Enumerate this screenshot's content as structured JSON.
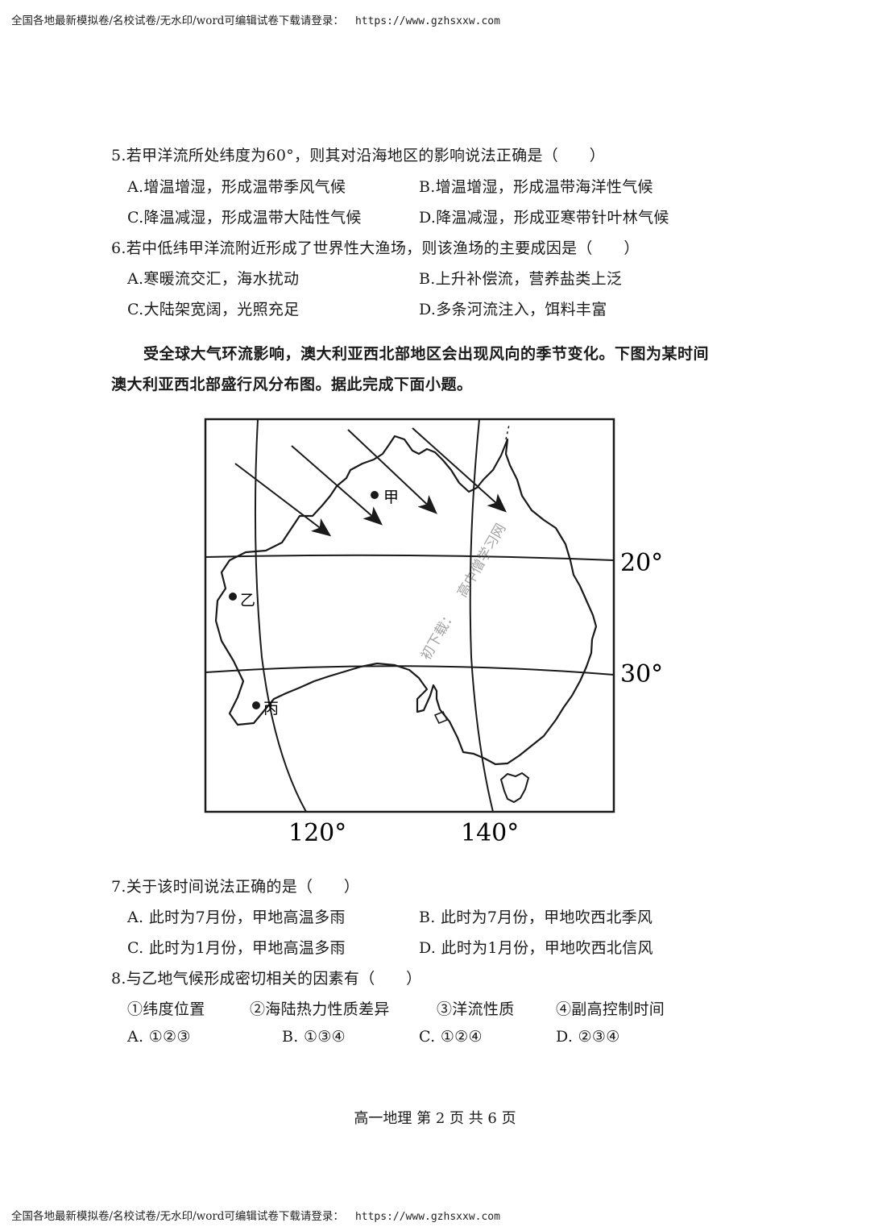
{
  "banner": {
    "text": "全国各地最新模拟卷/名校试卷/无水印/word可编辑试卷下载请登录：",
    "url": "https://www.gzhsxxw.com"
  },
  "q5": {
    "stem": "5.若甲洋流所处纬度为60°，则其对沿海地区的影响说法正确是（　　）",
    "A": "A.增温增湿，形成温带季风气候",
    "B": "B.增温增湿，形成温带海洋性气候",
    "C": "C.降温减湿，形成温带大陆性气候",
    "D": "D.降温减湿，形成亚寒带针叶林气候"
  },
  "q6": {
    "stem": "6.若中低纬甲洋流附近形成了世界性大渔场，则该渔场的主要成因是（　　）",
    "A": "A.寒暖流交汇，海水扰动",
    "B": "B.上升补偿流，营养盐类上泛",
    "C": "C.大陆架宽阔，光照充足",
    "D": "D.多条河流注入，饵料丰富"
  },
  "intro": {
    "line1": "受全球大气环流影响，澳大利亚西北部地区会出现风向的季节变化。下图为某时间",
    "line2": "澳大利亚西北部盛行风分布图。据此完成下面小题。"
  },
  "map": {
    "lat_labels": [
      "20°",
      "30°"
    ],
    "lon_labels": [
      "120°",
      "140°"
    ],
    "places": [
      "甲",
      "乙",
      "丙"
    ],
    "watermark": "高中僧学习网",
    "watermark2": "初下载："
  },
  "q7": {
    "stem": "7.关于该时间说法正确的是（　　）",
    "A": "A. 此时为7月份，甲地高温多雨",
    "B": "B. 此时为7月份，甲地吹西北季风",
    "C": "C. 此时为1月份，甲地高温多雨",
    "D": "D. 此时为1月份，甲地吹西北信风"
  },
  "q8": {
    "stem": "8.与乙地气候形成密切相关的因素有（　　）",
    "factors": [
      "①纬度位置",
      "②海陆热力性质差异",
      "③洋流性质",
      "④副高控制时间"
    ],
    "A": "A. ①②③",
    "B": "B. ①③④",
    "C": "C. ①②④",
    "D": "D. ②③④"
  },
  "footer": "高一地理 第 2 页 共 6 页"
}
